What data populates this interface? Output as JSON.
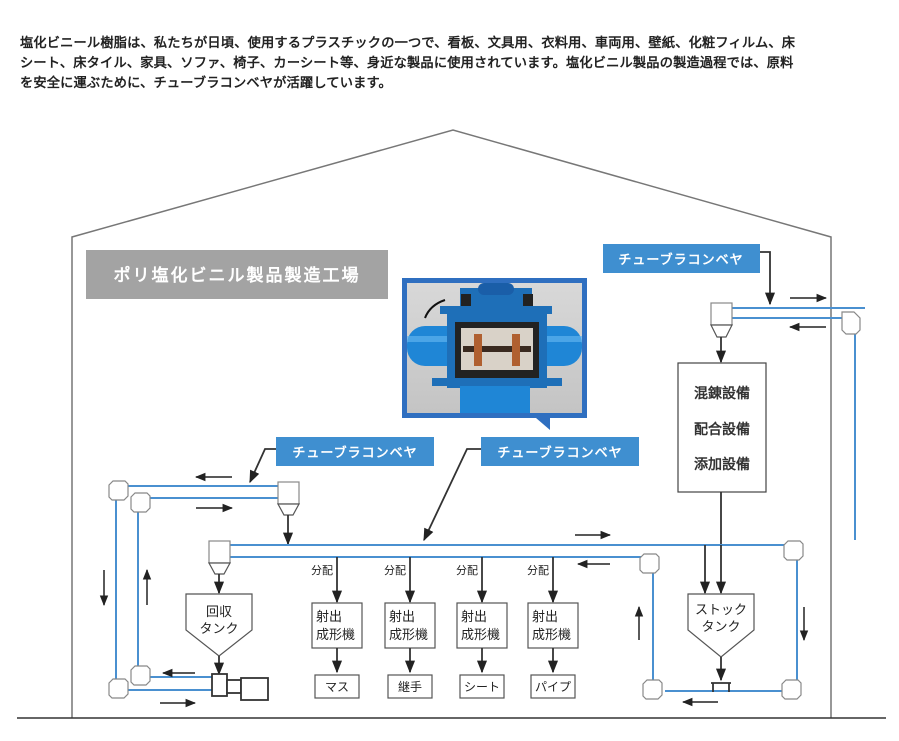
{
  "intro": {
    "lines": [
      "塩化ビニール樹脂は、私たちが日頃、使用するプラスチックの一つで、看板、文具用、衣料用、車両用、壁紙、化粧フィルム、床",
      "シート、床タイル、家具、ソファ、椅子、カーシート等、身近な製品に使用されています。塩化ビニル製品の製造過程では、原料",
      "を安全に運ぶために、チューブラコンベヤが活躍しています。"
    ]
  },
  "diagram": {
    "factory_title": "ポリ塩化ビニル製品製造工場",
    "callouts": [
      {
        "id": "top-right",
        "label": "チューブラコンベヤ"
      },
      {
        "id": "left",
        "label": "チューブラコンベヤ"
      },
      {
        "id": "center",
        "label": "チューブラコンベヤ"
      }
    ],
    "photo_alt": "tubular-conveyor-photo",
    "equipment_box": {
      "lines": [
        "混錬設備",
        "配合設備",
        "添加設備"
      ]
    },
    "recovery_tank": {
      "lines": [
        "回収",
        "タンク"
      ]
    },
    "stock_tank": {
      "lines": [
        "ストック",
        "タンク"
      ]
    },
    "distribution_label": "分配",
    "machines": [
      {
        "lines": [
          "射出",
          "成形機"
        ],
        "product": "マス"
      },
      {
        "lines": [
          "射出",
          "成形機"
        ],
        "product": "継手"
      },
      {
        "lines": [
          "射出",
          "成形機"
        ],
        "product": "シート"
      },
      {
        "lines": [
          "射出",
          "成形機"
        ],
        "product": "パイプ"
      }
    ],
    "colors": {
      "pipe": "#4a90d0",
      "callout_bg": "#3f8fd0",
      "title_bg": "#a0a0a0",
      "line": "#333333",
      "wall": "#777777"
    }
  }
}
